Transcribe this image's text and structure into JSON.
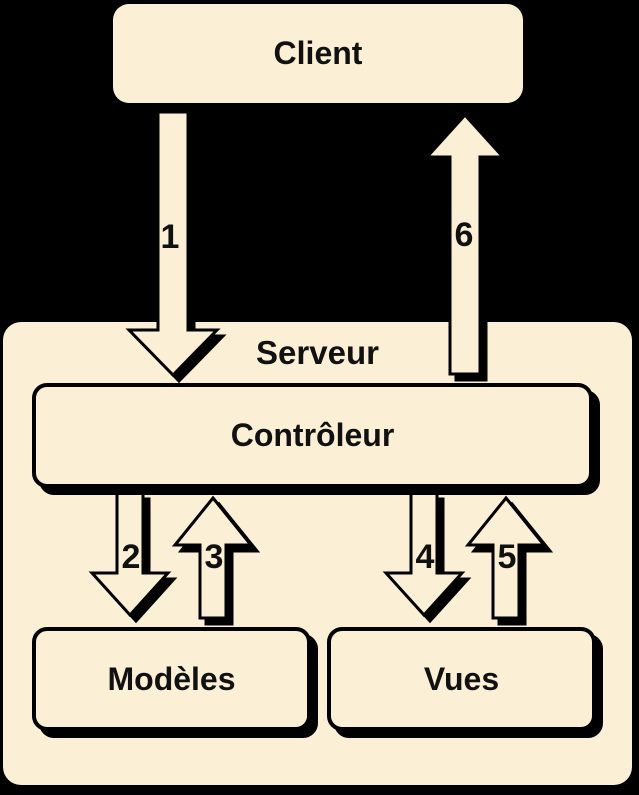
{
  "diagram": {
    "background_color": "#000000",
    "shape_fill_color": "#FBEFD5",
    "outline_color": "#000000",
    "text_color": "#111111",
    "nodes": {
      "client": {
        "label": "Client"
      },
      "serveur": {
        "label": "Serveur"
      },
      "controleur": {
        "label": "Contrôleur"
      },
      "modeles": {
        "label": "Modèles"
      },
      "vues": {
        "label": "Vues"
      }
    },
    "arrows": [
      {
        "label": "1",
        "direction": "down",
        "from": "Client",
        "to": "Contrôleur"
      },
      {
        "label": "2",
        "direction": "down",
        "from": "Contrôleur",
        "to": "Modèles"
      },
      {
        "label": "3",
        "direction": "up",
        "from": "Modèles",
        "to": "Contrôleur"
      },
      {
        "label": "4",
        "direction": "down",
        "from": "Contrôleur",
        "to": "Vues"
      },
      {
        "label": "5",
        "direction": "up",
        "from": "Vues",
        "to": "Contrôleur"
      },
      {
        "label": "6",
        "direction": "up",
        "from": "Contrôleur",
        "to": "Client"
      }
    ]
  }
}
